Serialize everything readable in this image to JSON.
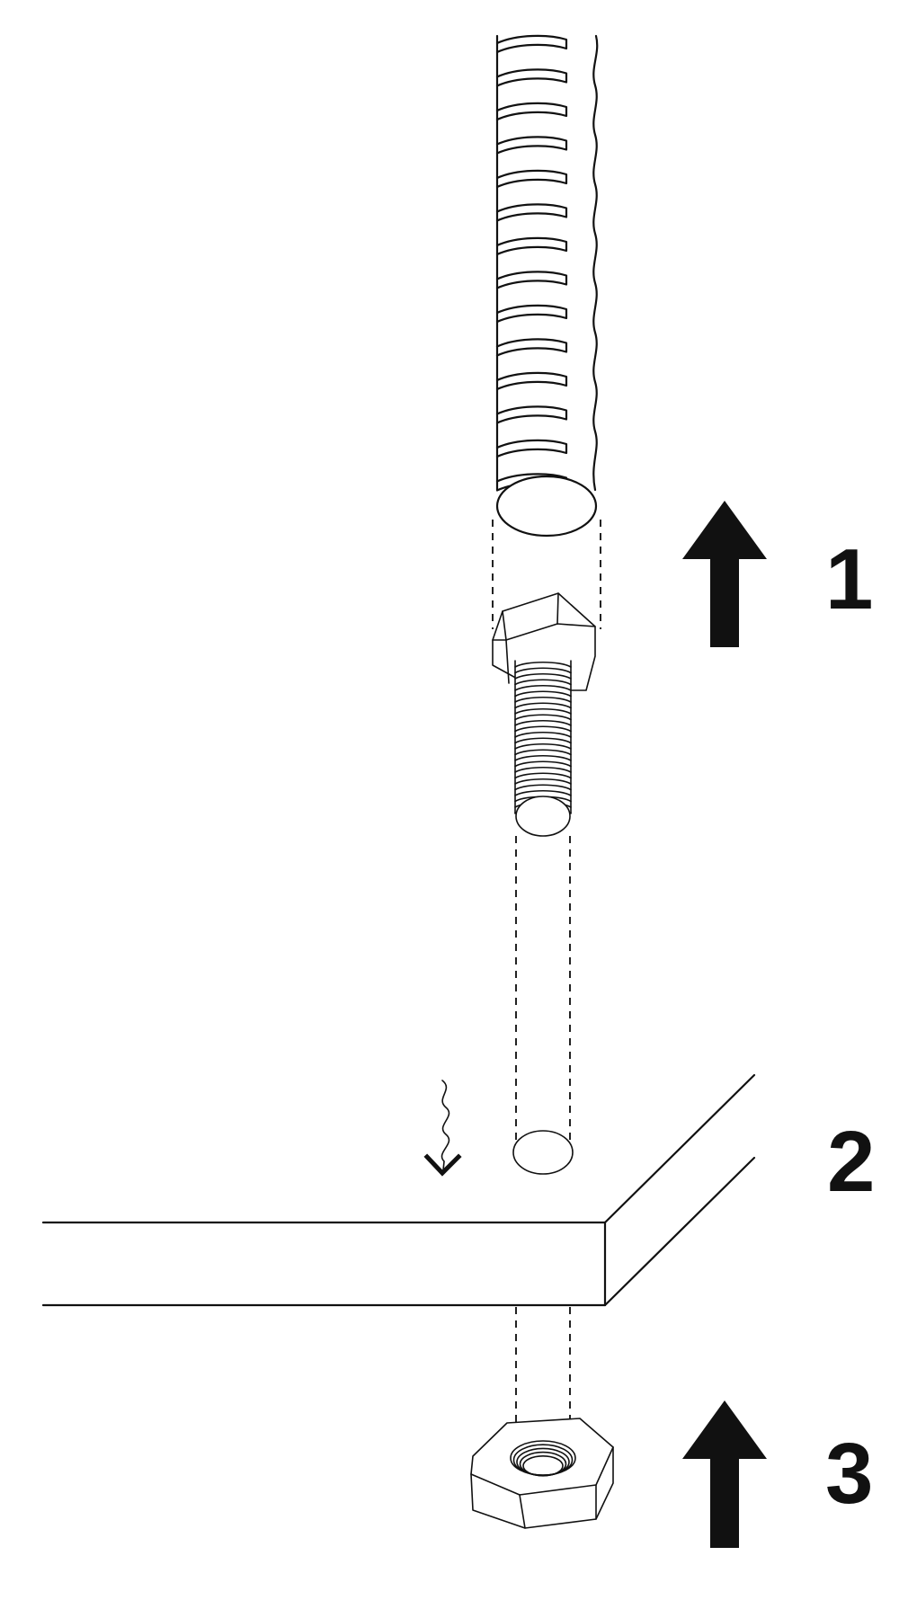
{
  "steps": [
    {
      "number": "1",
      "arrow": "up-arrow-icon"
    },
    {
      "number": "2",
      "arrow": "wavy-down-arrow-icon"
    },
    {
      "number": "3",
      "arrow": "up-arrow-icon"
    }
  ],
  "colors": {
    "ink": "#111111",
    "background": "#ffffff"
  }
}
